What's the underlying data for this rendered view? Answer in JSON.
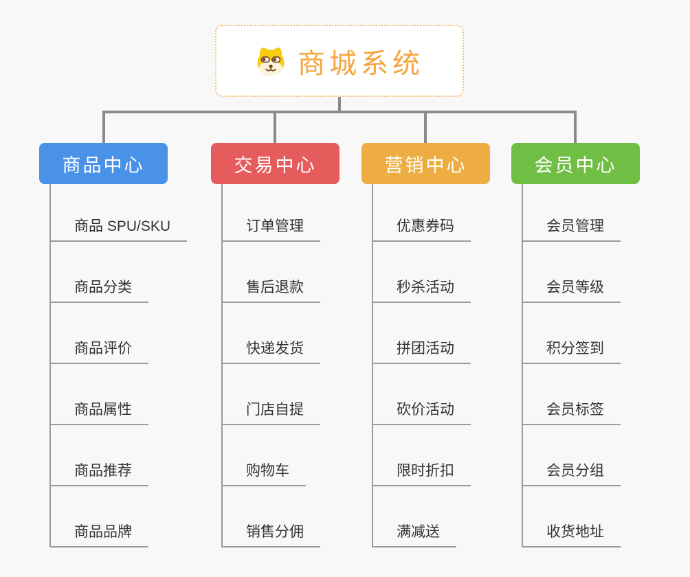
{
  "root": {
    "title": "商城系统",
    "icon": "dog-icon"
  },
  "branches": [
    {
      "label": "商品中心",
      "color": "#4A92E8",
      "items": [
        "商品 SPU/SKU",
        "商品分类",
        "商品评价",
        "商品属性",
        "商品推荐",
        "商品品牌"
      ]
    },
    {
      "label": "交易中心",
      "color": "#E65C5C",
      "items": [
        "订单管理",
        "售后退款",
        "快递发货",
        "门店自提",
        "购物车",
        "销售分佣"
      ]
    },
    {
      "label": "营销中心",
      "color": "#EDAD42",
      "items": [
        "优惠券码",
        "秒杀活动",
        "拼团活动",
        "砍价活动",
        "限时折扣",
        "满减送"
      ]
    },
    {
      "label": "会员中心",
      "color": "#70BF44",
      "items": [
        "会员管理",
        "会员等级",
        "积分签到",
        "会员标签",
        "会员分组",
        "收货地址"
      ]
    }
  ],
  "colors": {
    "background": "#F8F8F8",
    "root_accent": "#F3A63E",
    "root_border": "#F2BE74",
    "connector_line": "#8A8A8A",
    "leaf_line": "#9A9A9A",
    "leaf_text": "#333333",
    "header_text": "#FFFFFF"
  }
}
